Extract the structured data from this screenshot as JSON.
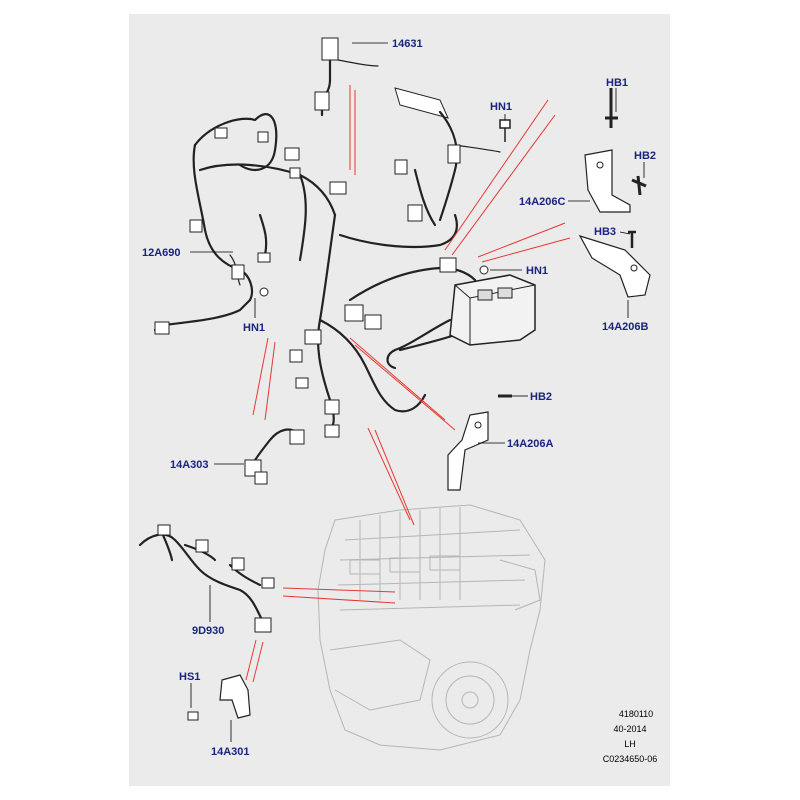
{
  "colors": {
    "callout_text": "#1a237e",
    "leader_red": "#e53935",
    "panel_bg": "#ebebeb"
  },
  "callouts": {
    "c14631": "14631",
    "hb1": "HB1",
    "hn1_top": "HN1",
    "hb2_top": "HB2",
    "c14A206C": "14A206C",
    "hb3": "HB3",
    "c12A690": "12A690",
    "hn1_right": "HN1",
    "hn1_left": "HN1",
    "c14A206B": "14A206B",
    "hb2_mid": "HB2",
    "c14A206A": "14A206A",
    "c14A303": "14A303",
    "c9D930": "9D930",
    "hs1": "HS1",
    "c14A301": "14A301"
  },
  "footer": {
    "code": "4180110",
    "date": "40-2014",
    "side": "LH",
    "ref": "C0234650-06"
  }
}
